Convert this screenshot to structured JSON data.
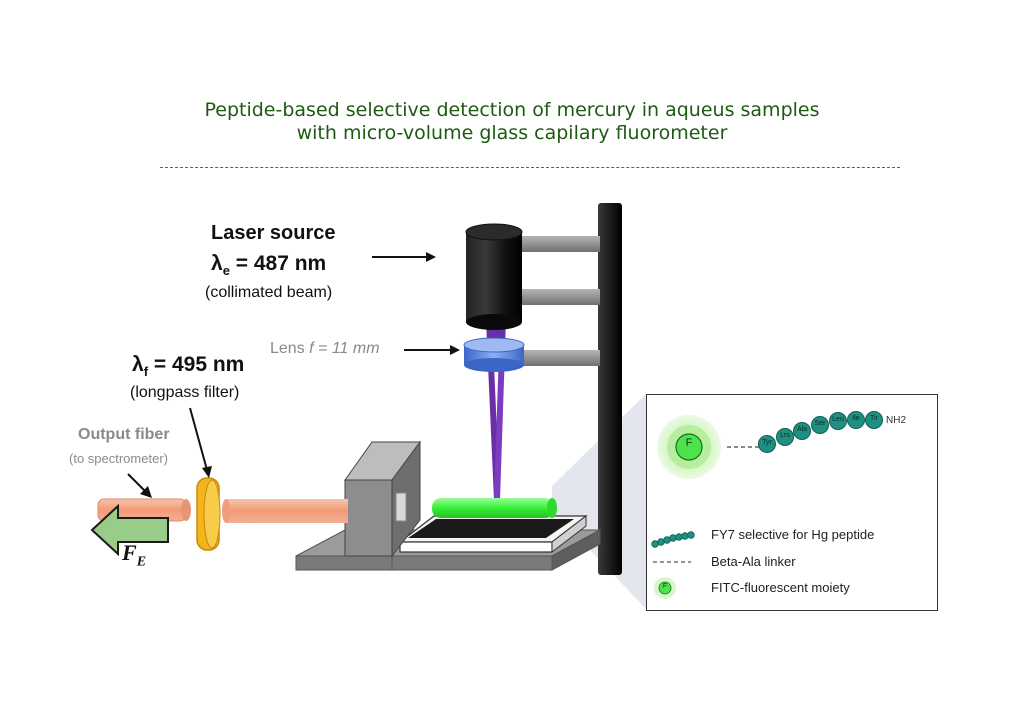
{
  "title": {
    "line1": "Peptide-based selective detection of mercury in aqueus samples",
    "line2": "with micro-volume glass capilary fluorometer"
  },
  "labels": {
    "laser_title": "Laser source",
    "laser_symbol": "λ",
    "laser_sub": "e",
    "laser_value": " = 487 nm",
    "laser_note": "(collimated beam)",
    "lens_prefix": "Lens ",
    "lens_value": "f = 11 mm",
    "filter_symbol": "λ",
    "filter_sub": "f",
    "filter_value": " = 495 nm",
    "filter_note": "(longpass filter)",
    "fiber_title": "Output fiber",
    "fiber_note": "(to spectrometer)",
    "fe_symbol": "F",
    "fe_sub": "E"
  },
  "inset": {
    "fluor_letter": "F",
    "peptide_residues": [
      "Tyr",
      "Lrs",
      "Ala",
      "Ser",
      "Leu",
      "Ile",
      "Tir"
    ],
    "nh2": "NH2",
    "legend": [
      {
        "key": "peptide",
        "text": "FY7 selective for Hg peptide"
      },
      {
        "key": "linker",
        "text": "Beta-Ala linker"
      },
      {
        "key": "fitc",
        "text": "FITC-fluorescent moiety"
      }
    ],
    "legend_fitc_letter": "F"
  },
  "colors": {
    "title": "#1f5a14",
    "beam": "#6a2fa8",
    "capillary": "#3ef23e",
    "fiber": "#f3a585",
    "filter": "#f2b51e",
    "lens": "#4a78d8",
    "peptide": "#1e8f80",
    "arrow_green": "#98cc88",
    "grey_label": "#8a8a8a"
  }
}
